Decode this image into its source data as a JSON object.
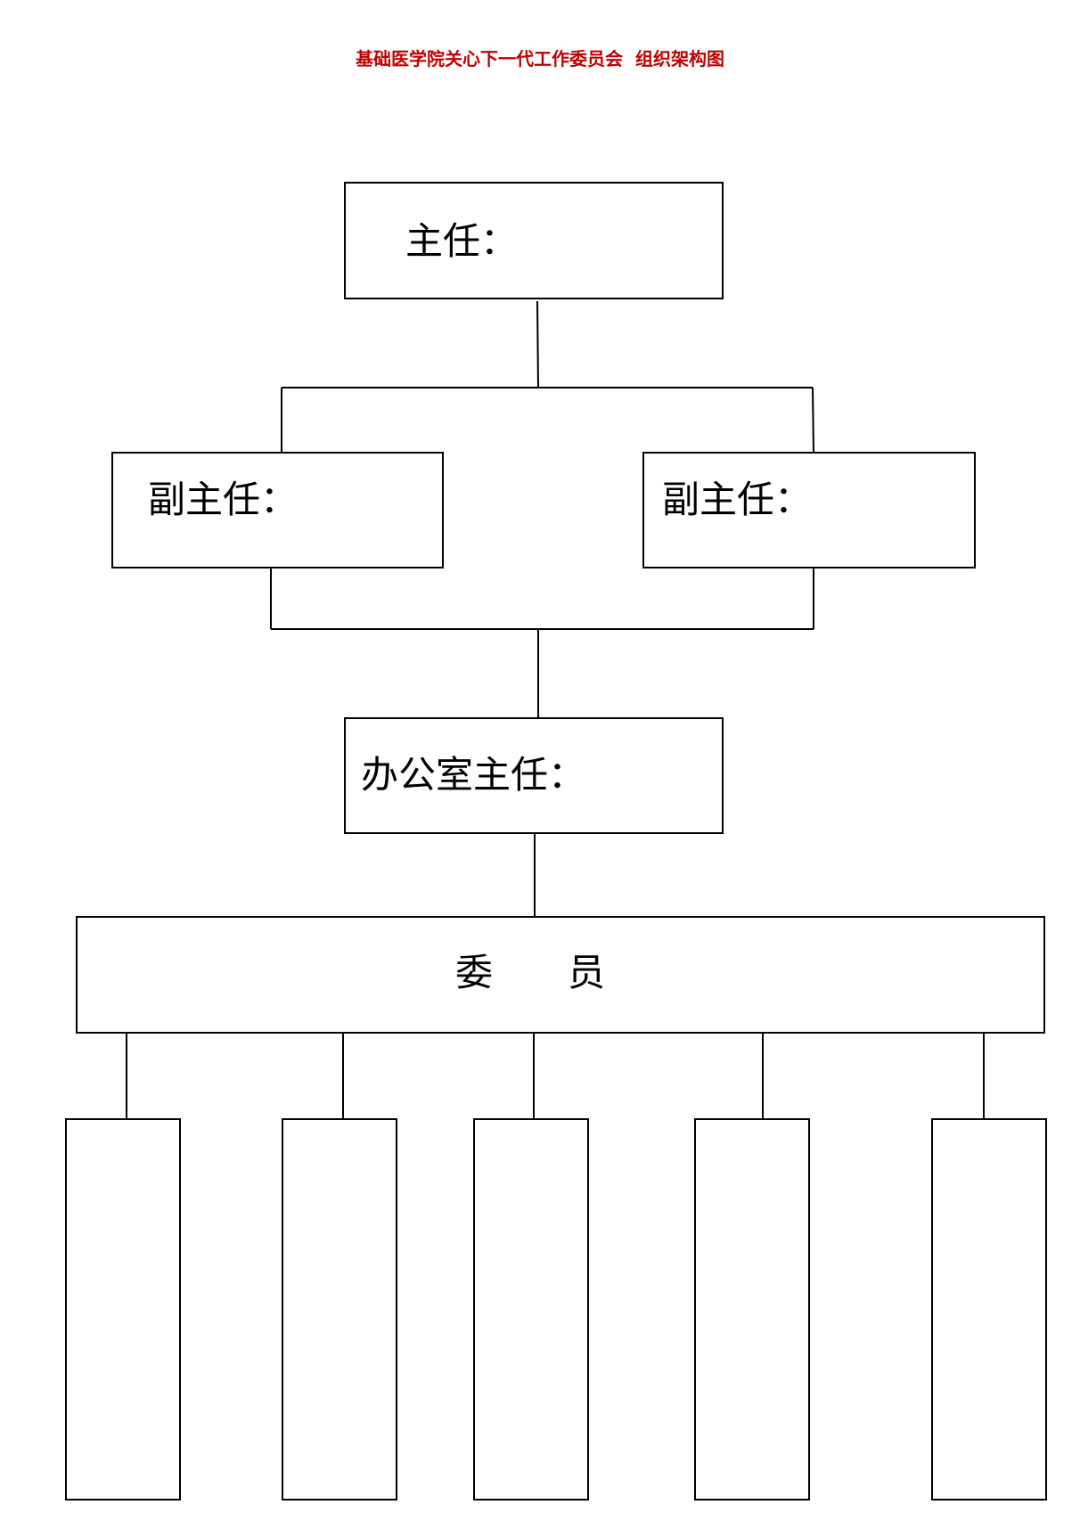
{
  "title": "基础医学院关心下一代工作委员会  组织架构图",
  "title_color": "#c00000",
  "line_color": "#000000",
  "nodes": {
    "director": {
      "label": "主任："
    },
    "deputy_left": {
      "label": "副主任："
    },
    "deputy_right": {
      "label": "副主任："
    },
    "office_director": {
      "label": "办公室主任："
    },
    "members": {
      "label": "委　　员"
    },
    "member_slots": [
      "",
      "",
      "",
      "",
      ""
    ]
  }
}
